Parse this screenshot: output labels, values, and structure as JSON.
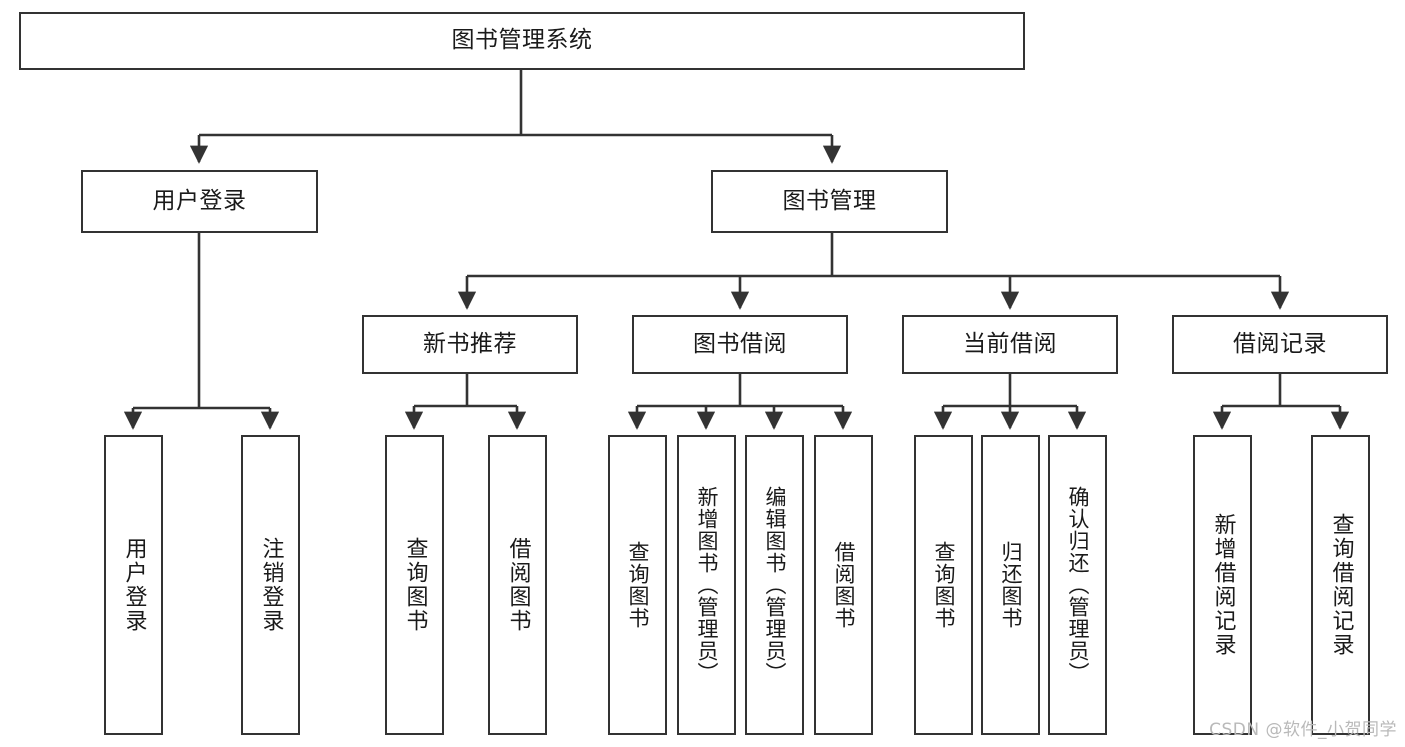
{
  "diagram": {
    "title": "图书管理系统",
    "type": "hierarchy-tree",
    "watermark": "CSDN @软件_小贺同学",
    "colors": {
      "box_border": "#333333",
      "box_fill": "#ffffff",
      "connector": "#333333",
      "text": "#1a1a1a",
      "watermark": "#b9b9b9"
    },
    "root": {
      "label": "图书管理系统"
    },
    "level2": [
      {
        "label": "用户登录"
      },
      {
        "label": "图书管理"
      }
    ],
    "level3": [
      {
        "label": "新书推荐"
      },
      {
        "label": "图书借阅"
      },
      {
        "label": "当前借阅"
      },
      {
        "label": "借阅记录"
      }
    ],
    "leaves": {
      "user_login": [
        {
          "label": "用户登录"
        },
        {
          "label": "注销登录"
        }
      ],
      "new_book_recommend": [
        {
          "label": "查询图书"
        },
        {
          "label": "借阅图书"
        }
      ],
      "book_borrow": [
        {
          "label": "查询图书"
        },
        {
          "label": "新增图书（管理员）"
        },
        {
          "label": "编辑图书（管理员）"
        },
        {
          "label": "借阅图书"
        }
      ],
      "current_borrow": [
        {
          "label": "查询图书"
        },
        {
          "label": "归还图书"
        },
        {
          "label": "确认归还（管理员）"
        }
      ],
      "borrow_record": [
        {
          "label": "新增借阅记录"
        },
        {
          "label": "查询借阅记录"
        }
      ]
    }
  }
}
